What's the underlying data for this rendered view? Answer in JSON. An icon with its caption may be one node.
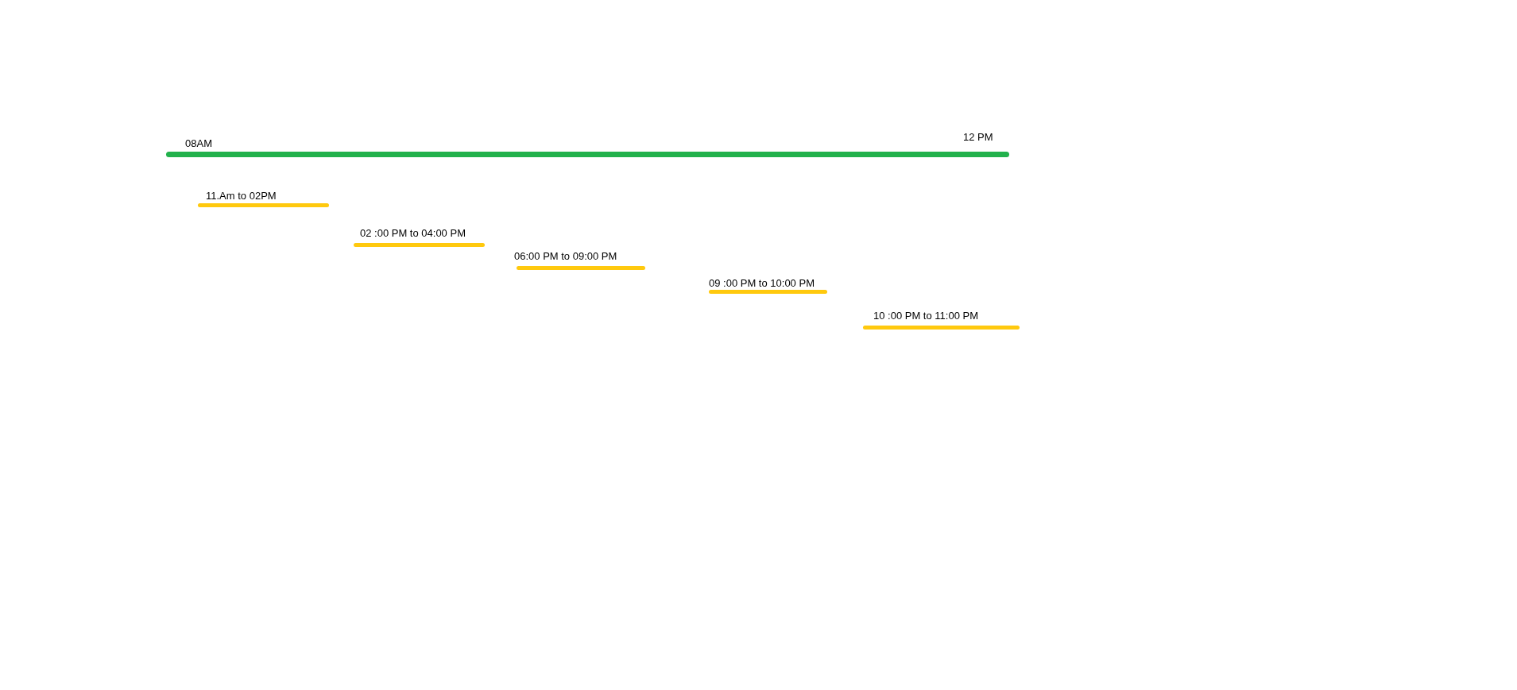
{
  "diagram": {
    "nodes": [
      {
        "text": [
          "08AM",
          "12 PM"
        ]
      },
      {
        "text": [
          "11.Am to 02PM"
        ]
      },
      {
        "text": [
          "02 :00 PM to 04:00 PM"
        ]
      },
      {
        "text": [
          "06:00 PM to 09:00 PM"
        ]
      },
      {
        "text": [
          "09 :00 PM to 10:00 PM"
        ]
      },
      {
        "text": [
          "10 :00 PM to 11:00 PM"
        ]
      }
    ]
  }
}
